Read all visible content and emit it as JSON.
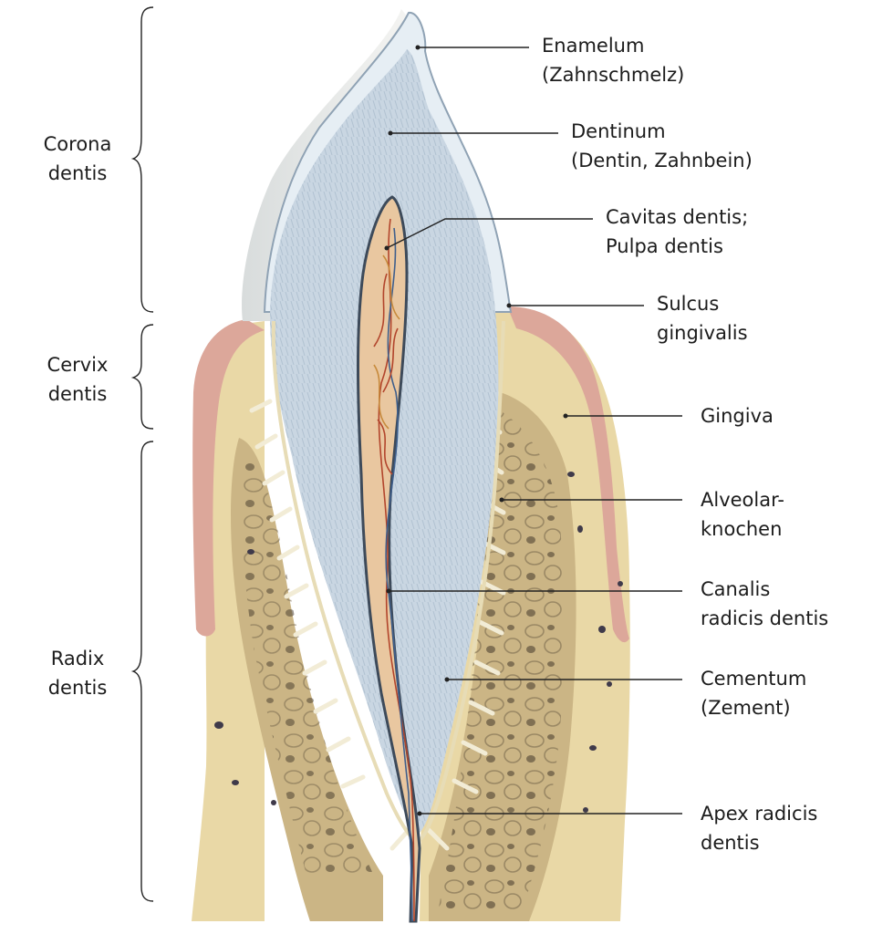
{
  "regions": [
    {
      "line1": "Corona",
      "line2": "dentis"
    },
    {
      "line1": "Cervix",
      "line2": "dentis"
    },
    {
      "line1": "Radix",
      "line2": "dentis"
    }
  ],
  "labels": [
    {
      "line1": "Enamelum",
      "line2": "(Zahnschmelz)"
    },
    {
      "line1": "Dentinum",
      "line2": "(Dentin, Zahnbein)"
    },
    {
      "line1": "Cavitas dentis;",
      "line2": "Pulpa dentis"
    },
    {
      "line1": "Sulcus",
      "line2": "gingivalis"
    },
    {
      "line1": "Gingiva",
      "line2": ""
    },
    {
      "line1": "Alveolar-",
      "line2": "knochen"
    },
    {
      "line1": "Canalis",
      "line2": "radicis dentis"
    },
    {
      "line1": "Cementum",
      "line2": "(Zement)"
    },
    {
      "line1": "Apex radicis",
      "line2": "dentis"
    }
  ],
  "colors": {
    "enamel": "#e6eef4",
    "dentin": "#c9d6e2",
    "dentin_lines": "#9fb3c6",
    "pulp": "#e9c7a0",
    "vessel_red": "#b2452c",
    "vessel_blue": "#3f5f8c",
    "gingiva": "#dca79a",
    "bone": "#e9d8a6",
    "bone_dark": "#cbb585",
    "trabecular": "#7a6a4e",
    "ligament": "#f3ecd2",
    "leader_line": "#222222"
  }
}
